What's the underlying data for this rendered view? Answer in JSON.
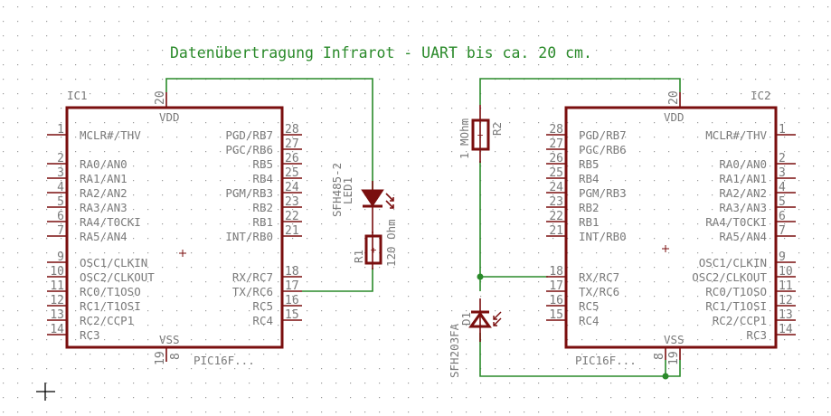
{
  "title": "Datenübertragung Infrarot - UART  bis ca. 20 cm.",
  "colors": {
    "wire": "#2a8a2a",
    "component": "#7a0e0e",
    "text": "#7a7a7a",
    "title": "#2a8a2a",
    "grid": "#a0a0a0",
    "cursor": "#000000"
  },
  "ic1": {
    "name": "IC1",
    "value": "PIC16F...",
    "vdd_label": "VDD",
    "vss_label": "VSS",
    "vdd_pin": "20",
    "vss_pins": [
      "19",
      "8"
    ],
    "left_pins": [
      {
        "num": "1",
        "label": "MCLR#/THV"
      },
      {
        "num": "2",
        "label": "RA0/AN0"
      },
      {
        "num": "3",
        "label": "RA1/AN1"
      },
      {
        "num": "4",
        "label": "RA2/AN2"
      },
      {
        "num": "5",
        "label": "RA3/AN3"
      },
      {
        "num": "6",
        "label": "RA4/T0CKI"
      },
      {
        "num": "7",
        "label": "RA5/AN4"
      },
      {
        "num": "9",
        "label": "OSC1/CLKIN"
      },
      {
        "num": "10",
        "label": "OSC2/CLKOUT"
      },
      {
        "num": "11",
        "label": "RC0/T1OSO"
      },
      {
        "num": "12",
        "label": "RC1/T1OSI"
      },
      {
        "num": "13",
        "label": "RC2/CCP1"
      },
      {
        "num": "14",
        "label": "RC3"
      }
    ],
    "right_pins": [
      {
        "num": "28",
        "label": "PGD/RB7"
      },
      {
        "num": "27",
        "label": "PGC/RB6"
      },
      {
        "num": "26",
        "label": "RB5"
      },
      {
        "num": "25",
        "label": "RB4"
      },
      {
        "num": "24",
        "label": "PGM/RB3"
      },
      {
        "num": "23",
        "label": "RB2"
      },
      {
        "num": "22",
        "label": "RB1"
      },
      {
        "num": "21",
        "label": "INT/RB0"
      },
      {
        "num": "18",
        "label": "RX/RC7"
      },
      {
        "num": "17",
        "label": "TX/RC6"
      },
      {
        "num": "16",
        "label": "RC5"
      },
      {
        "num": "15",
        "label": "RC4"
      }
    ]
  },
  "ic2": {
    "name": "IC2",
    "value": "PIC16F...",
    "vdd_label": "VDD",
    "vss_label": "VSS",
    "vdd_pin": "20",
    "vss_pins": [
      "8",
      "19"
    ],
    "left_pins": [
      {
        "num": "28",
        "label": "PGD/RB7"
      },
      {
        "num": "27",
        "label": "PGC/RB6"
      },
      {
        "num": "26",
        "label": "RB5"
      },
      {
        "num": "25",
        "label": "RB4"
      },
      {
        "num": "24",
        "label": "PGM/RB3"
      },
      {
        "num": "23",
        "label": "RB2"
      },
      {
        "num": "22",
        "label": "RB1"
      },
      {
        "num": "21",
        "label": "INT/RB0"
      },
      {
        "num": "18",
        "label": "RX/RC7"
      },
      {
        "num": "17",
        "label": "TX/RC6"
      },
      {
        "num": "16",
        "label": "RC5"
      },
      {
        "num": "15",
        "label": "RC4"
      }
    ],
    "right_pins": [
      {
        "num": "1",
        "label": "MCLR#/THV"
      },
      {
        "num": "2",
        "label": "RA0/AN0"
      },
      {
        "num": "3",
        "label": "RA1/AN1"
      },
      {
        "num": "4",
        "label": "RA2/AN2"
      },
      {
        "num": "5",
        "label": "RA3/AN3"
      },
      {
        "num": "6",
        "label": "RA4/T0CKI"
      },
      {
        "num": "7",
        "label": "RA5/AN4"
      },
      {
        "num": "9",
        "label": "OSC1/CLKIN"
      },
      {
        "num": "10",
        "label": "OSC2/CLKOUT"
      },
      {
        "num": "11",
        "label": "RC0/T1OSO"
      },
      {
        "num": "12",
        "label": "RC1/T1OSI"
      },
      {
        "num": "13",
        "label": "RC2/CCP1"
      },
      {
        "num": "14",
        "label": "RC3"
      }
    ]
  },
  "led1": {
    "name": "LED1",
    "value": "SFH485-2"
  },
  "r1": {
    "name": "R1",
    "value": "120 Ohm"
  },
  "r2": {
    "name": "R2",
    "value": "1 MOhm"
  },
  "d1": {
    "name": "D1",
    "value": "SFH203FA"
  }
}
